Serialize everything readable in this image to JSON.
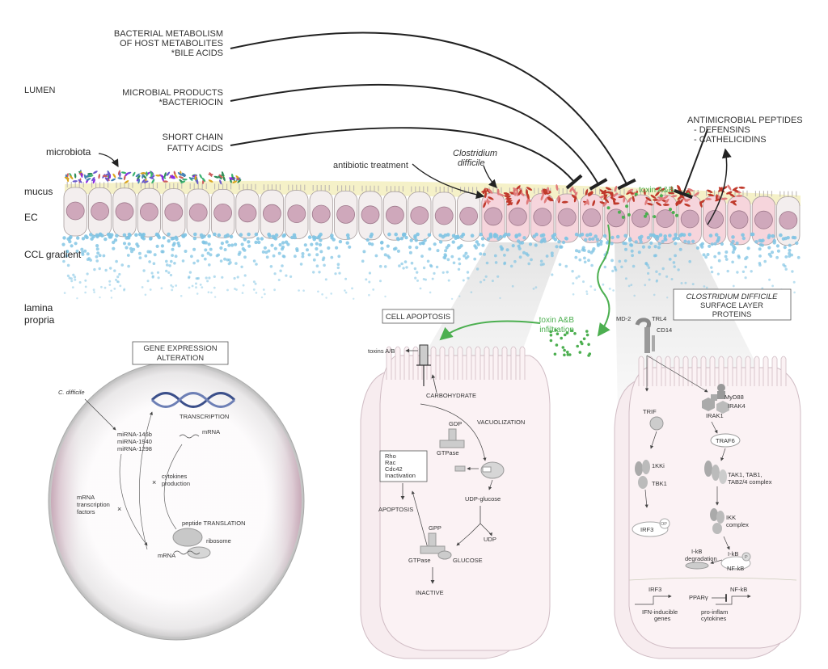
{
  "lumen": {
    "label": "LUMEN",
    "bacterial_metabolism": [
      "BACTERIAL METABOLISM",
      "OF HOST METABOLITES",
      "*BILE ACIDS"
    ],
    "microbial_products": [
      "MICROBIAL PRODUCTS",
      "*BACTERIOCIN"
    ],
    "short_chain": [
      "SHORT CHAIN",
      "FATTY ACIDS"
    ],
    "antimicrobial": [
      "ANTIMICROBIAL PEPTIDES",
      "- DEFENSINS",
      "- CATHELICIDINS"
    ],
    "antibiotic": "antibiotic treatment",
    "c_difficile": [
      "Clostridium",
      "difficile"
    ]
  },
  "layers": {
    "microbiota": "microbiota",
    "mucus": "mucus",
    "ec": "EC",
    "ccl": "CCL gradient",
    "lamina": [
      "lamina",
      "propria"
    ]
  },
  "toxin": {
    "ab": "toxin A&B",
    "infiltration": [
      "toxin A&B",
      "infiltration"
    ]
  },
  "gene_expression": {
    "title": [
      "GENE EXPRESSION",
      "ALTERATION"
    ],
    "c_diff": "C. difficile",
    "mirna": [
      "miRNA-146b",
      "miRNA-1940",
      "miRNA-1298"
    ],
    "transcription": "TRANSCRIPTION",
    "mrna_top": "mRNA",
    "cytokines": [
      "cytokines",
      "production"
    ],
    "mrna_factors": [
      "mRNA",
      "transcription",
      "factors"
    ],
    "peptide": "peptide TRANSLATION",
    "ribosome": "ribosome",
    "mrna_bottom": "mRNA"
  },
  "apoptosis": {
    "title": "CELL APOPTOSIS",
    "toxins": "toxins A/B",
    "carbohydrate": "CARBOHYDRATE",
    "gdp": "GDP",
    "gtpase": "GTPase",
    "vacuolization": "VACUOLIZATION",
    "inactivation": [
      "Rho",
      "Rac",
      "Cdc42",
      "Inactivation"
    ],
    "apoptosis": "APOPTOSIS",
    "udp_glucose": "UDP-glucose",
    "udp": "UDP",
    "gpp": "GPP",
    "gtpase2": "GTPase",
    "glucose": "GLUCOSE",
    "inactive": "INACTIVE"
  },
  "surface": {
    "title": [
      "CLOSTRIDIUM DIFFICILE",
      "SURFACE LAYER",
      "PROTEINS"
    ],
    "md2": "MD-2",
    "trl4": "TRL4",
    "cd14": "CD14",
    "trif": "TRIF",
    "myd88": "MyD88",
    "irak4": "IRAK4",
    "irak1": "IRAK1",
    "traf6": "TRAF6",
    "ikki": "1KKi",
    "tbk1": "TBK1",
    "tak": [
      "TAK1, TAB1,",
      "TAB2/4 complex"
    ],
    "irf3": "IRF3",
    "op": "OP",
    "ikk": [
      "IKK",
      "complex"
    ],
    "ikb": "I-kB",
    "degradation": "degradation",
    "ikb2": "I-kB",
    "nfkb": "NF-kB",
    "p": "P",
    "irf3b": "IRF3",
    "nfkb2": "NF-kB",
    "ppar": "PPARγ",
    "ifn": [
      "IFN-inducible",
      "genes"
    ],
    "proinflam": [
      "pro-inflam",
      "cytokines"
    ]
  }
}
